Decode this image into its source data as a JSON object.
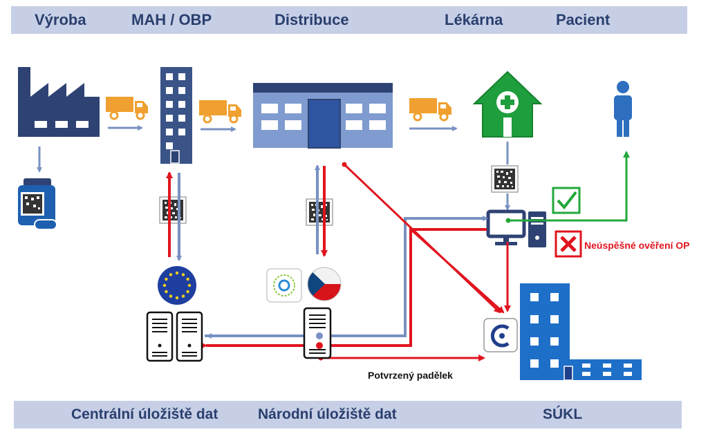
{
  "header": {
    "columns": [
      "Výroba",
      "MAH / OBP",
      "Distribuce",
      "Lékárna",
      "Pacient"
    ]
  },
  "footer": {
    "central_storage": "Centrální úložiště dat",
    "national_storage": "Národní úložiště dat",
    "authority": "SÚKL"
  },
  "labels": {
    "failed_verification": "Neúspěšné ověření OP",
    "confirmed_counterfeit": "Potvrzený padělek"
  },
  "icons": {
    "factory": "factory-icon",
    "medicine_pack": "medicine-bottle-icon",
    "truck": "truck-icon",
    "mah_building": "office-building-icon",
    "warehouse": "distribution-warehouse-icon",
    "pharmacy": "pharmacy-icon",
    "patient": "person-icon",
    "qr": "qr-code-icon",
    "computer": "computer-icon",
    "check": "checkmark-icon",
    "cross": "cross-icon",
    "eu": "eu-flag-icon",
    "cz": "czech-flag-icon",
    "nmvo_logo": "nmvo-logo-icon",
    "server": "server-icon",
    "sukl_logo": "sukl-logo-icon",
    "sukl_building": "sukl-building-icon"
  },
  "colors": {
    "header_band": "#c6cfe6",
    "header_text": "#2a3f6e",
    "dark_blue": "#2e4373",
    "light_blue": "#7f9bcf",
    "arrow_blue": "#7891c2",
    "truck_orange": "#f0a030",
    "pharmacy_green": "#1e9e3c",
    "alert_red": "#e0141e",
    "ok_green": "#22a83a",
    "sukl_blue": "#1e6fc8"
  }
}
